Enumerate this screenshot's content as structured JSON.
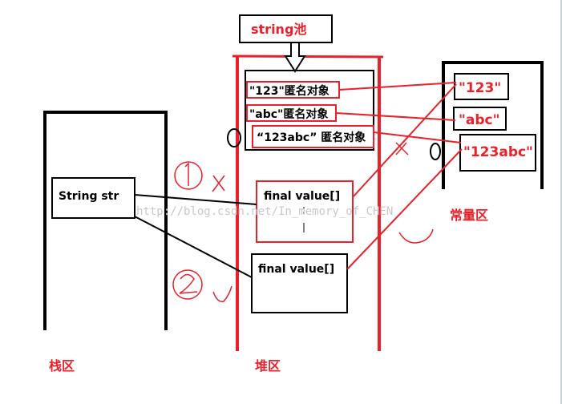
{
  "pool_title": "string池",
  "stack": {
    "region_label": "栈区",
    "var_label": "String str"
  },
  "heap": {
    "region_label": "堆区",
    "pool_entries": [
      "\"123\"匿名对象",
      "\"abc\"匿名对象",
      "“123abc” 匿名对象"
    ],
    "object1_label": "final value[]",
    "object2_label": "final value[]"
  },
  "const_area": {
    "region_label": "常量区",
    "items": [
      "\"123\"",
      "\"abc\"",
      "\"123abc\""
    ]
  },
  "watermark": "http://blog.csdn.net/In_memory_of_CHEN",
  "colors": {
    "red": "#e8212a",
    "black": "#000000",
    "watermark": "#c8c8c8"
  }
}
